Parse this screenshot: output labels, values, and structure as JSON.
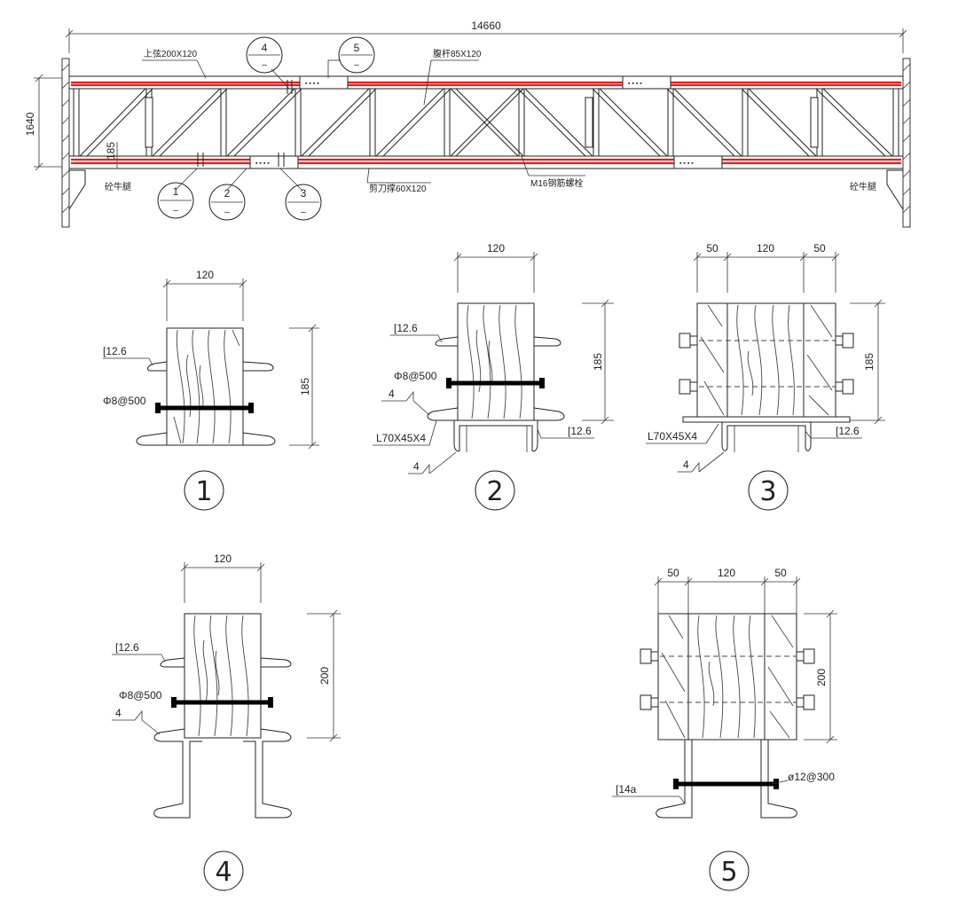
{
  "elevation": {
    "overall_length": "14660",
    "height": "1640",
    "chord_depth": "185",
    "top_chord_label": "上弦200X120",
    "web_label": "腹杆85X120",
    "bottom_chord_label": "剪刀撑60X120",
    "bolt_label": "M16钢筋螺栓",
    "support_left": "砼牛腿",
    "support_right": "砼牛腿",
    "callouts": [
      {
        "num": "1",
        "sub": "–"
      },
      {
        "num": "2",
        "sub": "–"
      },
      {
        "num": "3",
        "sub": "–"
      },
      {
        "num": "4",
        "sub": "–"
      },
      {
        "num": "5",
        "sub": "–"
      }
    ]
  },
  "details": {
    "d1": {
      "number": "1",
      "width": "120",
      "height": "185",
      "channel": "[12.6",
      "bar": "Φ8@500"
    },
    "d2": {
      "number": "2",
      "width": "120",
      "height": "185",
      "channel_top": "[12.6",
      "bar": "Φ8@500",
      "weld": "4",
      "angle": "L70X45X4",
      "channel_bottom": "[12.6",
      "weld2": "4"
    },
    "d3": {
      "number": "3",
      "w_left": "50",
      "width": "120",
      "w_right": "50",
      "height": "185",
      "angle": "L70X45X4",
      "channel": "[12.6",
      "weld": "4"
    },
    "d4": {
      "number": "4",
      "width": "120",
      "height": "200",
      "channel": "[12.6",
      "bar": "Φ8@500",
      "weld": "4"
    },
    "d5": {
      "number": "5",
      "w_left": "50",
      "width": "120",
      "w_right": "50",
      "height": "200",
      "channel": "[14a",
      "bar": "ø12@300"
    }
  }
}
